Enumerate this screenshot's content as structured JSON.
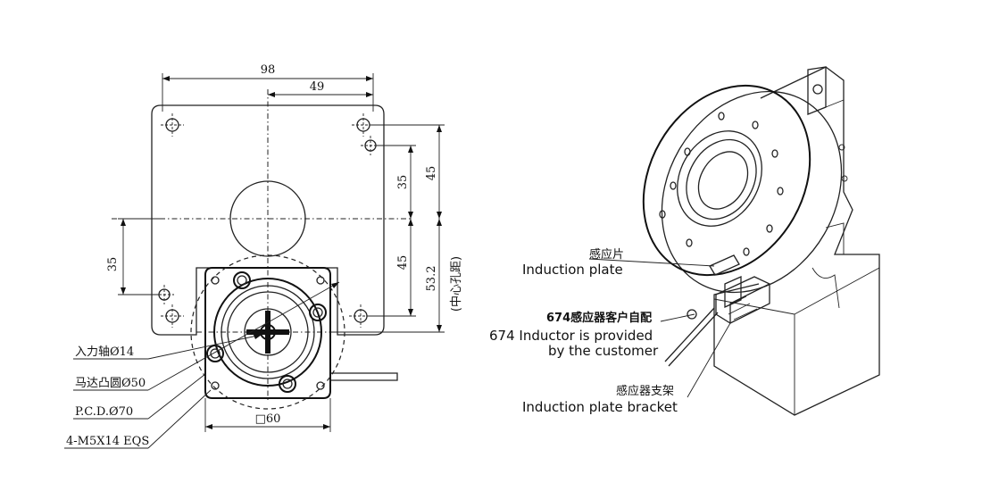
{
  "drawing_views": {
    "left": {
      "dimensions": {
        "overall_width": "98",
        "half_width": "49",
        "hole_offset_right": "35",
        "right_upper": "45",
        "right_lower": "45",
        "center_distance": "53.2",
        "center_distance_note": "(中心孔距)",
        "left_offset": "35",
        "flange_square": "□60"
      },
      "callouts": {
        "input_shaft": "入力轴Ø14",
        "motor_boss": "马达凸圆Ø50",
        "pcd": "P.C.D.Ø70",
        "screws": "4-M5X14 EQS"
      }
    },
    "right": {
      "labels": {
        "sensor_plate_zh": "感应片",
        "sensor_plate_en": "Induction plate",
        "inductor_zh": "674感应器客户自配",
        "inductor_en_line1": "674 Inductor is provided",
        "inductor_en_line2": "by the customer",
        "bracket_zh": "感应器支架",
        "bracket_en": "Induction plate bracket"
      }
    }
  }
}
